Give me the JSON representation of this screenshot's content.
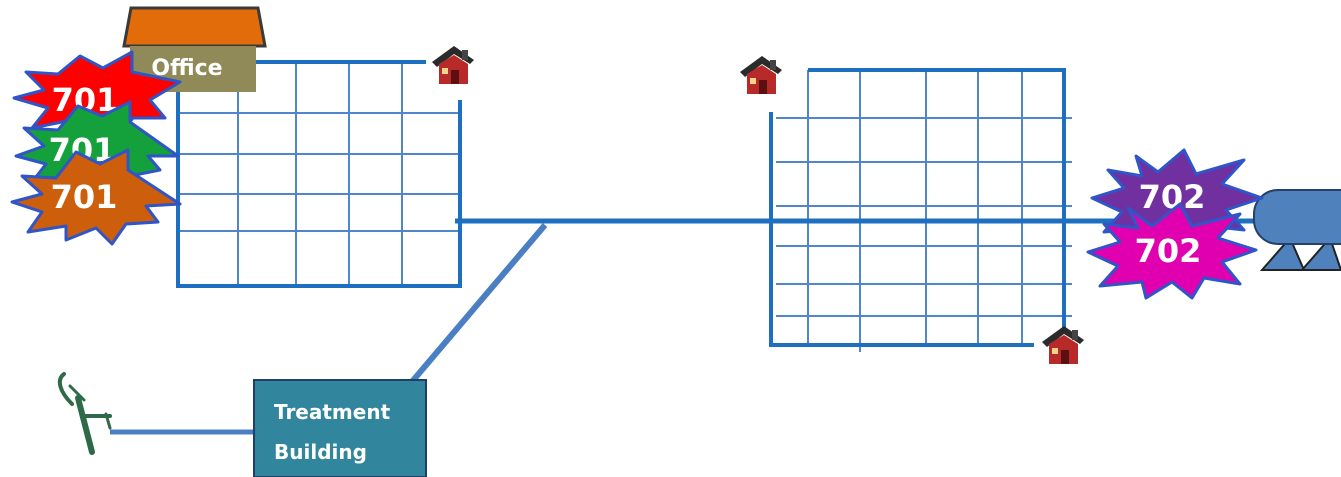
{
  "labels": {
    "office": "Office",
    "treatment_line1": "Treatment",
    "treatment_line2": "Building",
    "badge_701": "701",
    "badge_702": "702"
  },
  "colors": {
    "pipe": "#1f6fc0",
    "pipe_light": "#4a7fc4",
    "grid": "#4f86cc",
    "office_roof": "#e36c0a",
    "office_body": "#8f8a58",
    "treatment": "#31859c",
    "tank": "#4f81bd",
    "burst_red": "#ff0000",
    "burst_green": "#14a03a",
    "burst_orange": "#cc5e0c",
    "burst_purple": "#7030a0",
    "burst_magenta": "#e000b0",
    "burst_outline": "#2f55c8"
  },
  "icons": [
    "house-icon",
    "hand-pump-icon",
    "storage-tank-icon",
    "office-building-icon"
  ]
}
